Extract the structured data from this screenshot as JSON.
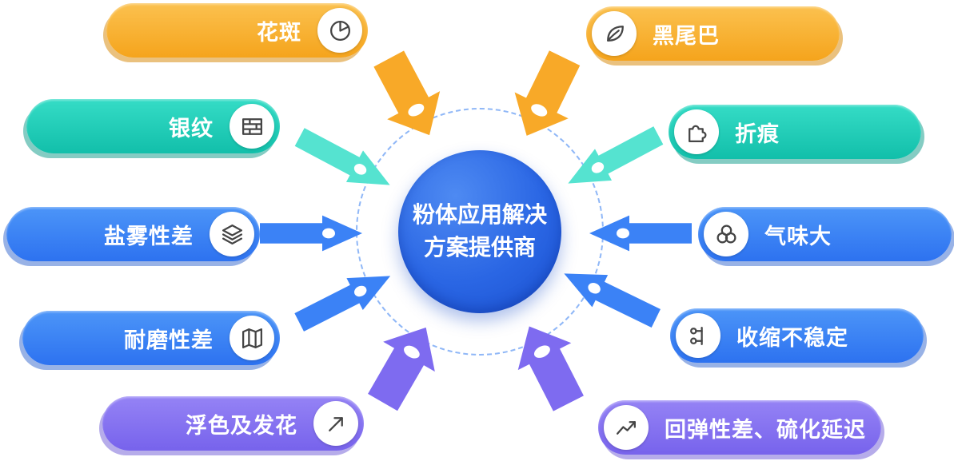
{
  "diagram": {
    "center": {
      "title_line1": "粉体应用解决",
      "title_line2": "方案提供商"
    },
    "issues": [
      {
        "label": "花斑",
        "icon": "pie-chart-icon",
        "group": "orange",
        "side": "left"
      },
      {
        "label": "黑尾巴",
        "icon": "leaf-icon",
        "group": "orange",
        "side": "right"
      },
      {
        "label": "银纹",
        "icon": "bricks-icon",
        "group": "teal",
        "side": "left"
      },
      {
        "label": "折痕",
        "icon": "puzzle-icon",
        "group": "teal",
        "side": "right"
      },
      {
        "label": "盐雾性差",
        "icon": "layers-icon",
        "group": "blue",
        "side": "left"
      },
      {
        "label": "气味大",
        "icon": "rings-icon",
        "group": "blue",
        "side": "right"
      },
      {
        "label": "耐磨性差",
        "icon": "map-icon",
        "group": "blue",
        "side": "left"
      },
      {
        "label": "收缩不稳定",
        "icon": "branch-dots-icon",
        "group": "blue",
        "side": "right"
      },
      {
        "label": "浮色及发花",
        "icon": "arrow-pen-icon",
        "group": "purple",
        "side": "left"
      },
      {
        "label": "回弹性差、硫化延迟",
        "icon": "trend-line-icon",
        "group": "purple",
        "side": "right"
      }
    ],
    "palette": {
      "orange": "#f5a41c",
      "teal": "#12bfaa",
      "blue": "#2d72f0",
      "purple": "#7763ec",
      "center_blue": "#2a66e4",
      "ring_dash": "#8fb7f7",
      "text": "#ffffff"
    }
  }
}
